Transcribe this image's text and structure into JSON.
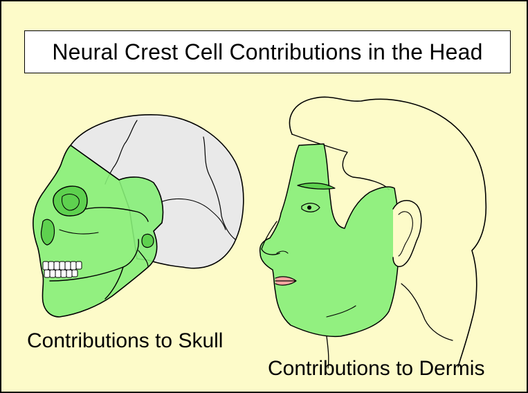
{
  "title": "Neural Crest Cell Contributions in the Head",
  "captions": {
    "skull": "Contributions to Skull",
    "dermis": "Contributions to Dermis"
  },
  "colors": {
    "background": "#fdfbc9",
    "highlight": "#86ee78",
    "skull_fill": "#e9e9e9",
    "outline": "#000000"
  }
}
